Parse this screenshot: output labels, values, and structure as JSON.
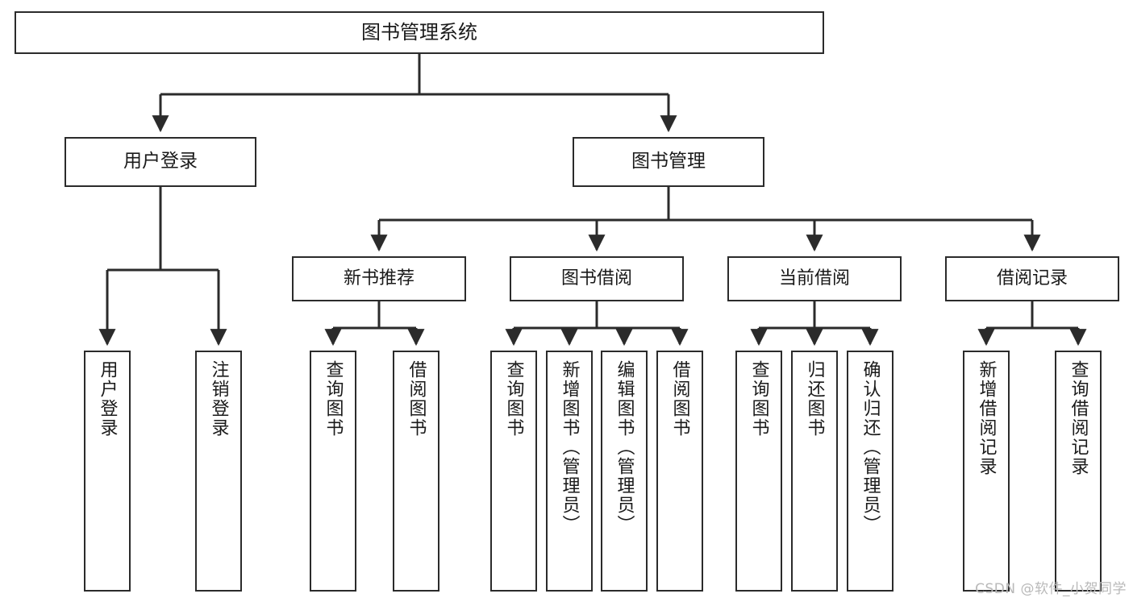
{
  "diagram": {
    "title": "图书管理系统",
    "watermark": "CSDN @软件_小贺同学",
    "line_color": "#2b2b2b",
    "box_fill": "#ffffff",
    "text_color": "#1a1a1a",
    "watermark_color": "#b9b9b9",
    "root": {
      "label": "图书管理系统"
    },
    "level2": [
      {
        "label": "用户登录"
      },
      {
        "label": "图书管理"
      }
    ],
    "level3": [
      {
        "label": "新书推荐"
      },
      {
        "label": "图书借阅"
      },
      {
        "label": "当前借阅"
      },
      {
        "label": "借阅记录"
      }
    ],
    "leaves": {
      "user_login": [
        {
          "label": "用户登录"
        },
        {
          "label": "注销登录"
        }
      ],
      "new_book_recommend": [
        {
          "label": "查询图书"
        },
        {
          "label": "借阅图书"
        }
      ],
      "book_borrow": [
        {
          "label": "查询图书"
        },
        {
          "label": "新增图书（管理员）"
        },
        {
          "label": "编辑图书（管理员）"
        },
        {
          "label": "借阅图书"
        }
      ],
      "current_borrow": [
        {
          "label": "查询图书"
        },
        {
          "label": "归还图书"
        },
        {
          "label": "确认归还（管理员）"
        }
      ],
      "borrow_record": [
        {
          "label": "新增借阅记录"
        },
        {
          "label": "查询借阅记录"
        }
      ]
    }
  },
  "chart_data": {
    "type": "tree-diagram",
    "title": "图书管理系统",
    "orientation": "top-down",
    "levels": 4,
    "nodes": [
      {
        "id": "root",
        "label": "图书管理系统",
        "level": 0,
        "parent": null
      },
      {
        "id": "n-user-login",
        "label": "用户登录",
        "level": 1,
        "parent": "root"
      },
      {
        "id": "n-book-manage",
        "label": "图书管理",
        "level": 1,
        "parent": "root"
      },
      {
        "id": "n-user-login-1",
        "label": "用户登录",
        "level": 2,
        "parent": "n-user-login"
      },
      {
        "id": "n-user-login-2",
        "label": "注销登录",
        "level": 2,
        "parent": "n-user-login"
      },
      {
        "id": "n-new-book",
        "label": "新书推荐",
        "level": 2,
        "parent": "n-book-manage"
      },
      {
        "id": "n-book-borrow",
        "label": "图书借阅",
        "level": 2,
        "parent": "n-book-manage"
      },
      {
        "id": "n-current-borrow",
        "label": "当前借阅",
        "level": 2,
        "parent": "n-book-manage"
      },
      {
        "id": "n-borrow-record",
        "label": "借阅记录",
        "level": 2,
        "parent": "n-book-manage"
      },
      {
        "id": "n-new-book-1",
        "label": "查询图书",
        "level": 3,
        "parent": "n-new-book"
      },
      {
        "id": "n-new-book-2",
        "label": "借阅图书",
        "level": 3,
        "parent": "n-new-book"
      },
      {
        "id": "n-book-borrow-1",
        "label": "查询图书",
        "level": 3,
        "parent": "n-book-borrow"
      },
      {
        "id": "n-book-borrow-2",
        "label": "新增图书（管理员）",
        "level": 3,
        "parent": "n-book-borrow"
      },
      {
        "id": "n-book-borrow-3",
        "label": "编辑图书（管理员）",
        "level": 3,
        "parent": "n-book-borrow"
      },
      {
        "id": "n-book-borrow-4",
        "label": "借阅图书",
        "level": 3,
        "parent": "n-book-borrow"
      },
      {
        "id": "n-current-borrow-1",
        "label": "查询图书",
        "level": 3,
        "parent": "n-current-borrow"
      },
      {
        "id": "n-current-borrow-2",
        "label": "归还图书",
        "level": 3,
        "parent": "n-current-borrow"
      },
      {
        "id": "n-current-borrow-3",
        "label": "确认归还（管理员）",
        "level": 3,
        "parent": "n-current-borrow"
      },
      {
        "id": "n-borrow-record-1",
        "label": "新增借阅记录",
        "level": 3,
        "parent": "n-borrow-record"
      },
      {
        "id": "n-borrow-record-2",
        "label": "查询借阅记录",
        "level": 3,
        "parent": "n-borrow-record"
      }
    ]
  }
}
